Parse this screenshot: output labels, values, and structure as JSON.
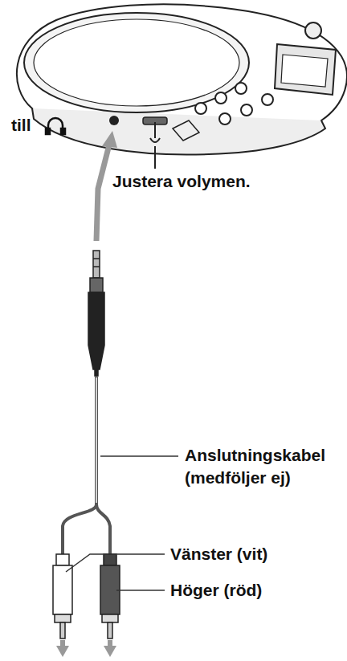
{
  "diagram": {
    "labels": [
      "till",
      "Justera volymen.",
      "Anslutningskabel (medföljer ej)",
      "Vänster (vit)",
      "Höger (röd)"
    ]
  }
}
